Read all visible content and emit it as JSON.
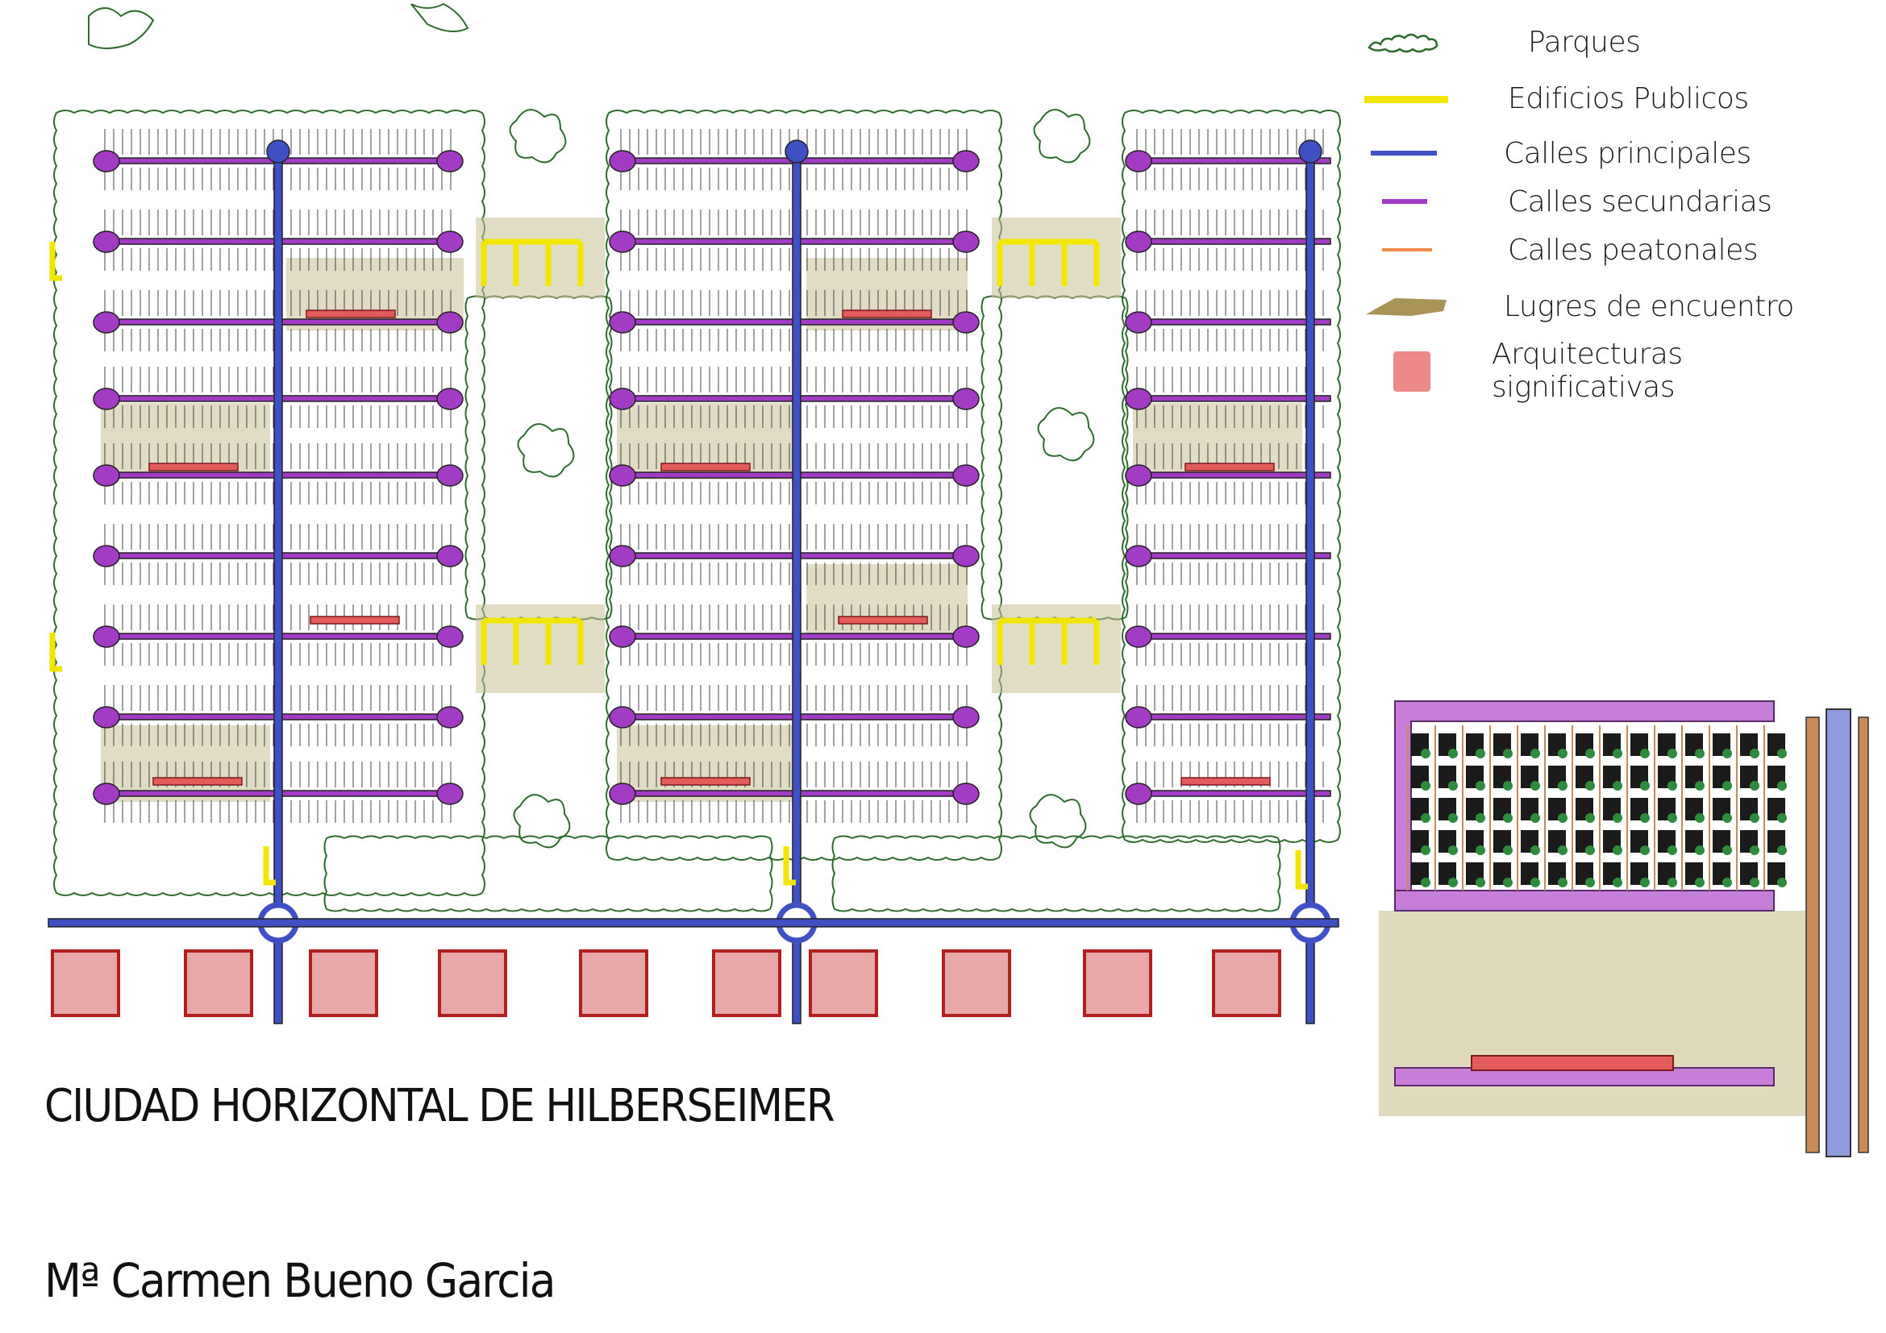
{
  "legend": {
    "items": [
      {
        "icon": "park-icon",
        "label": "Parques",
        "color": "#2e6b2e"
      },
      {
        "icon": "public-building-swatch",
        "label": "Edificios Publicos",
        "color": "#f2e600"
      },
      {
        "icon": "main-street-swatch",
        "label": "Calles principales",
        "color": "#3f4fc4"
      },
      {
        "icon": "secondary-street-swatch",
        "label": "Calles secundarias",
        "color": "#a23cc4"
      },
      {
        "icon": "pedestrian-street-swatch",
        "label": "Calles peatonales",
        "color": "#f08a4b"
      },
      {
        "icon": "meeting-place-swatch",
        "label": "Lugres de encuentro",
        "color": "#b5a46a"
      },
      {
        "icon": "significant-architecture-swatch",
        "label": "Arquitecturas significativas",
        "color": "#e35b5b"
      }
    ]
  },
  "title": "CIUDAD HORIZONTAL DE HILBERSEIMER",
  "author": "Mª Carmen Bueno Garcia",
  "colors": {
    "park": "#2e6b2e",
    "public": "#f2e600",
    "main_street": "#3f4fc4",
    "secondary_street": "#a23cc4",
    "pedestrian": "#f08a4b",
    "meeting": "#c9bf93",
    "significant": "#e35b5b",
    "block_fill": "#e8a8a8",
    "block_stroke": "#b02020"
  }
}
